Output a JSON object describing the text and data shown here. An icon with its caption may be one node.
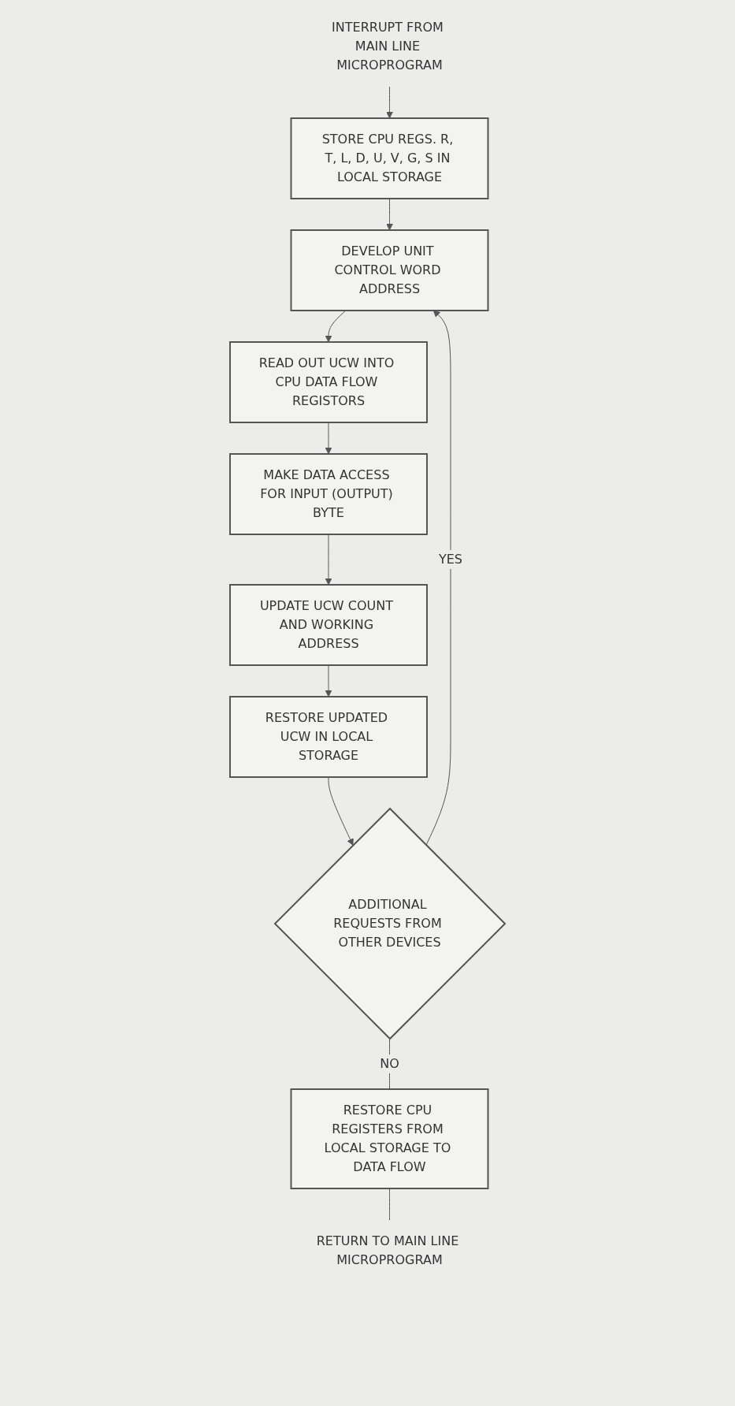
{
  "diagram": {
    "nodes": [
      {
        "text": [
          "INTERRUPT FROM MAIN LINE MICROPROGRAM"
        ]
      },
      {
        "text": [
          "STORE CPU REGS. R, T, L, D, U, V, G, S IN LOCAL STORAGE"
        ]
      },
      {
        "text": [
          "DEVELOP UNIT CONTROL WORD ADDRESS"
        ]
      },
      {
        "text": [
          "READ OUT UCW INTO CPU DATA FLOW REGISTORS"
        ]
      },
      {
        "text": [
          "MAKE DATA ACCESS FOR INPUT (OUTPUT) BYTE"
        ]
      },
      {
        "text": [
          "UPDATE UCW COUNT AND WORKING ADDRESS"
        ]
      },
      {
        "text": [
          "RESTORE UPDATED UCW IN LOCAL STORAGE"
        ]
      },
      {
        "text": [
          "ADDITIONAL REQUESTS FROM OTHER DEVICES"
        ]
      },
      {
        "text": [
          "RESTORE CPU REGISTERS FROM LOCAL STORAGE TO DATA FLOW"
        ]
      },
      {
        "text": [
          "RETURN TO MAIN LINE MICROPROGRAM"
        ]
      }
    ],
    "edges": [
      {
        "from": 0,
        "to": 1,
        "arrow": "to"
      },
      {
        "from": 1,
        "to": 2,
        "arrow": "to"
      },
      {
        "from": 2,
        "to": 3,
        "arrow": "to"
      },
      {
        "from": 3,
        "to": 4,
        "arrow": "to"
      },
      {
        "from": 4,
        "to": 5,
        "arrow": "to"
      },
      {
        "from": 5,
        "to": 6,
        "arrow": "to"
      },
      {
        "from": 6,
        "to": 7,
        "arrow": "to"
      },
      {
        "from": 7,
        "to": 2,
        "arrow": "to",
        "label": "YES"
      },
      {
        "from": 7,
        "to": 8,
        "arrow": "none",
        "label": "NO"
      },
      {
        "from": 8,
        "to": 9,
        "arrow": "none"
      }
    ]
  }
}
